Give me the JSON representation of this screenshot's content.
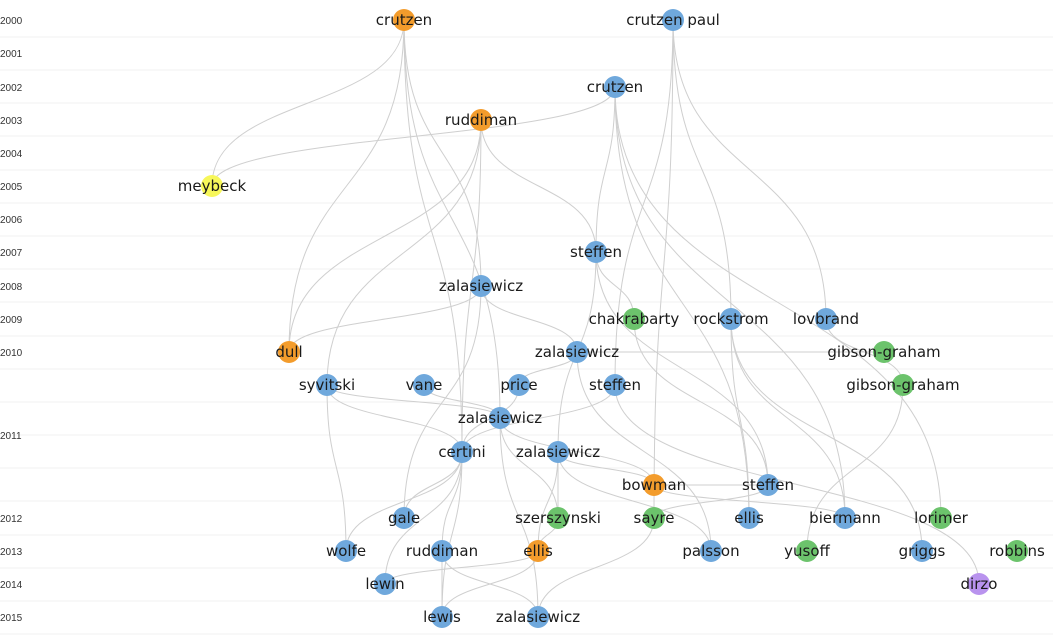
{
  "colors": {
    "blue": "#6fa8dc",
    "orange": "#f39c2c",
    "green": "#6cc36c",
    "yellow": "#f7f75a",
    "purple": "#b993ee",
    "edge": "#cfcfcf"
  },
  "year_labels": [
    "2000",
    "2001",
    "2002",
    "2003",
    "2004",
    "2005",
    "2006",
    "2007",
    "2008",
    "2009",
    "2010",
    "2011",
    "2012",
    "2013",
    "2014",
    "2015"
  ],
  "nodes": [
    {
      "id": "n1",
      "label": "crutzen",
      "year": "2000",
      "color": "orange"
    },
    {
      "id": "n2",
      "label": "crutzen paul",
      "year": "2000",
      "color": "blue"
    },
    {
      "id": "n3",
      "label": "crutzen",
      "year": "2002",
      "color": "blue"
    },
    {
      "id": "n4",
      "label": "ruddiman",
      "year": "2003",
      "color": "orange"
    },
    {
      "id": "n5",
      "label": "meybeck",
      "year": "2005",
      "color": "yellow"
    },
    {
      "id": "n6",
      "label": "steffen",
      "year": "2007",
      "color": "blue"
    },
    {
      "id": "n7",
      "label": "zalasiewicz",
      "year": "2008",
      "color": "blue"
    },
    {
      "id": "n8",
      "label": "chakrabarty",
      "year": "2009",
      "color": "green"
    },
    {
      "id": "n9",
      "label": "rockstrom",
      "year": "2009",
      "color": "blue"
    },
    {
      "id": "n10",
      "label": "lovbrand",
      "year": "2009",
      "color": "blue"
    },
    {
      "id": "n11",
      "label": "dull",
      "year": "2010",
      "color": "orange"
    },
    {
      "id": "n12",
      "label": "zalasiewicz",
      "year": "2010",
      "color": "blue"
    },
    {
      "id": "n13",
      "label": "gibson-graham",
      "year": "2010",
      "color": "green"
    },
    {
      "id": "n14",
      "label": "syvitski",
      "year": "2011",
      "color": "blue"
    },
    {
      "id": "n15",
      "label": "vane",
      "year": "2011",
      "color": "blue"
    },
    {
      "id": "n16",
      "label": "price",
      "year": "2011",
      "color": "blue"
    },
    {
      "id": "n17",
      "label": "steffen",
      "year": "2011",
      "color": "blue"
    },
    {
      "id": "n18",
      "label": "gibson-graham",
      "year": "2011",
      "color": "green"
    },
    {
      "id": "n19",
      "label": "zalasiewicz",
      "year": "2011",
      "color": "blue"
    },
    {
      "id": "n20",
      "label": "certini",
      "year": "2011",
      "color": "blue"
    },
    {
      "id": "n21",
      "label": "zalasiewicz",
      "year": "2011",
      "color": "blue"
    },
    {
      "id": "n22",
      "label": "bowman",
      "year": "2011",
      "color": "orange"
    },
    {
      "id": "n23",
      "label": "steffen",
      "year": "2011",
      "color": "blue"
    },
    {
      "id": "n24",
      "label": "gale",
      "year": "2012",
      "color": "blue"
    },
    {
      "id": "n25",
      "label": "szerszynski",
      "year": "2012",
      "color": "green"
    },
    {
      "id": "n26",
      "label": "sayre",
      "year": "2012",
      "color": "green"
    },
    {
      "id": "n27",
      "label": "ellis",
      "year": "2012",
      "color": "blue"
    },
    {
      "id": "n28",
      "label": "biermann",
      "year": "2012",
      "color": "blue"
    },
    {
      "id": "n29",
      "label": "lorimer",
      "year": "2012",
      "color": "green"
    },
    {
      "id": "n30",
      "label": "wolfe",
      "year": "2013",
      "color": "blue"
    },
    {
      "id": "n31",
      "label": "ruddiman",
      "year": "2013",
      "color": "blue"
    },
    {
      "id": "n32",
      "label": "ellis",
      "year": "2013",
      "color": "orange"
    },
    {
      "id": "n33",
      "label": "palsson",
      "year": "2013",
      "color": "blue"
    },
    {
      "id": "n34",
      "label": "yusoff",
      "year": "2013",
      "color": "green"
    },
    {
      "id": "n35",
      "label": "griggs",
      "year": "2013",
      "color": "blue"
    },
    {
      "id": "n36",
      "label": "robbins",
      "year": "2013",
      "color": "green"
    },
    {
      "id": "n37",
      "label": "lewin",
      "year": "2014",
      "color": "blue"
    },
    {
      "id": "n38",
      "label": "dirzo",
      "year": "2014",
      "color": "purple"
    },
    {
      "id": "n39",
      "label": "lewis",
      "year": "2015",
      "color": "blue"
    },
    {
      "id": "n40",
      "label": "zalasiewicz",
      "year": "2015",
      "color": "blue"
    }
  ],
  "edges": [
    [
      "n1",
      "n5"
    ],
    [
      "n3",
      "n5"
    ],
    [
      "n1",
      "n11"
    ],
    [
      "n1",
      "n20"
    ],
    [
      "n1",
      "n19"
    ],
    [
      "n1",
      "n7"
    ],
    [
      "n2",
      "n10"
    ],
    [
      "n2",
      "n17"
    ],
    [
      "n2",
      "n26"
    ],
    [
      "n2",
      "n9"
    ],
    [
      "n3",
      "n6"
    ],
    [
      "n3",
      "n27"
    ],
    [
      "n3",
      "n28"
    ],
    [
      "n3",
      "n29"
    ],
    [
      "n4",
      "n11"
    ],
    [
      "n4",
      "n6"
    ],
    [
      "n4",
      "n14"
    ],
    [
      "n4",
      "n20"
    ],
    [
      "n6",
      "n21"
    ],
    [
      "n6",
      "n23"
    ],
    [
      "n6",
      "n8"
    ],
    [
      "n7",
      "n11"
    ],
    [
      "n7",
      "n12"
    ],
    [
      "n7",
      "n24"
    ],
    [
      "n12",
      "n16"
    ],
    [
      "n12",
      "n13"
    ],
    [
      "n12",
      "n33"
    ],
    [
      "n14",
      "n20"
    ],
    [
      "n14",
      "n19"
    ],
    [
      "n14",
      "n30"
    ],
    [
      "n15",
      "n19"
    ],
    [
      "n16",
      "n20"
    ],
    [
      "n17",
      "n20"
    ],
    [
      "n17",
      "n38"
    ],
    [
      "n9",
      "n27"
    ],
    [
      "n9",
      "n35"
    ],
    [
      "n9",
      "n28"
    ],
    [
      "n10",
      "n18"
    ],
    [
      "n18",
      "n34"
    ],
    [
      "n19",
      "n22"
    ],
    [
      "n19",
      "n25"
    ],
    [
      "n19",
      "n40"
    ],
    [
      "n20",
      "n24"
    ],
    [
      "n20",
      "n39"
    ],
    [
      "n20",
      "n31"
    ],
    [
      "n20",
      "n30"
    ],
    [
      "n20",
      "n37"
    ],
    [
      "n21",
      "n22"
    ],
    [
      "n21",
      "n25"
    ],
    [
      "n21",
      "n32"
    ],
    [
      "n21",
      "n33"
    ],
    [
      "n22",
      "n23"
    ],
    [
      "n22",
      "n28"
    ],
    [
      "n23",
      "n26"
    ],
    [
      "n31",
      "n39"
    ],
    [
      "n31",
      "n40"
    ],
    [
      "n32",
      "n37"
    ],
    [
      "n32",
      "n39"
    ],
    [
      "n26",
      "n40"
    ],
    [
      "n32",
      "n25"
    ],
    [
      "n23",
      "n8"
    ]
  ]
}
